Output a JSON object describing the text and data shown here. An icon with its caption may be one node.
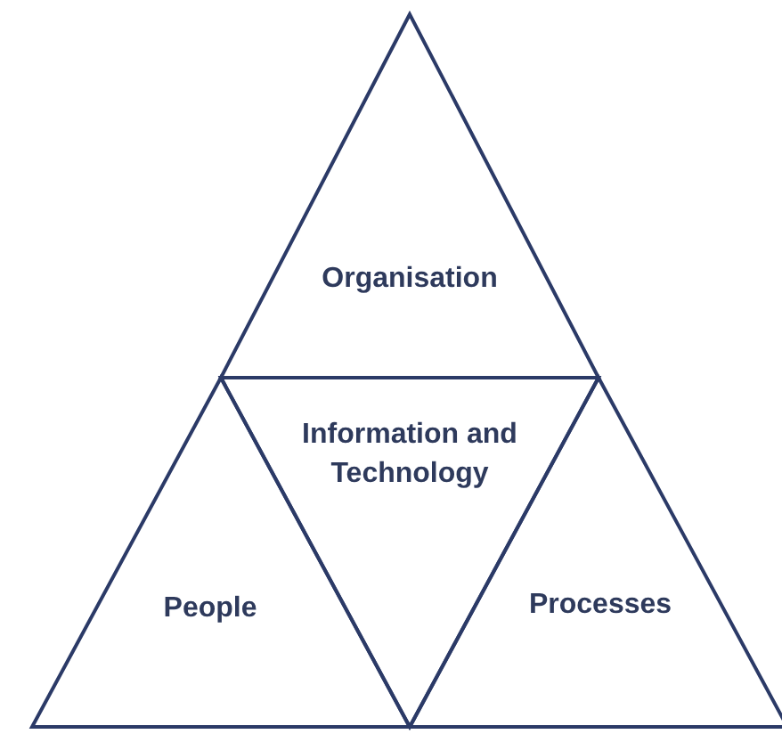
{
  "diagram": {
    "nodes": [
      {
        "text": [
          "Organisation"
        ]
      },
      {
        "text": [
          "Information and Technology"
        ]
      },
      {
        "text": [
          "People"
        ]
      },
      {
        "text": [
          "Processes"
        ]
      }
    ]
  }
}
